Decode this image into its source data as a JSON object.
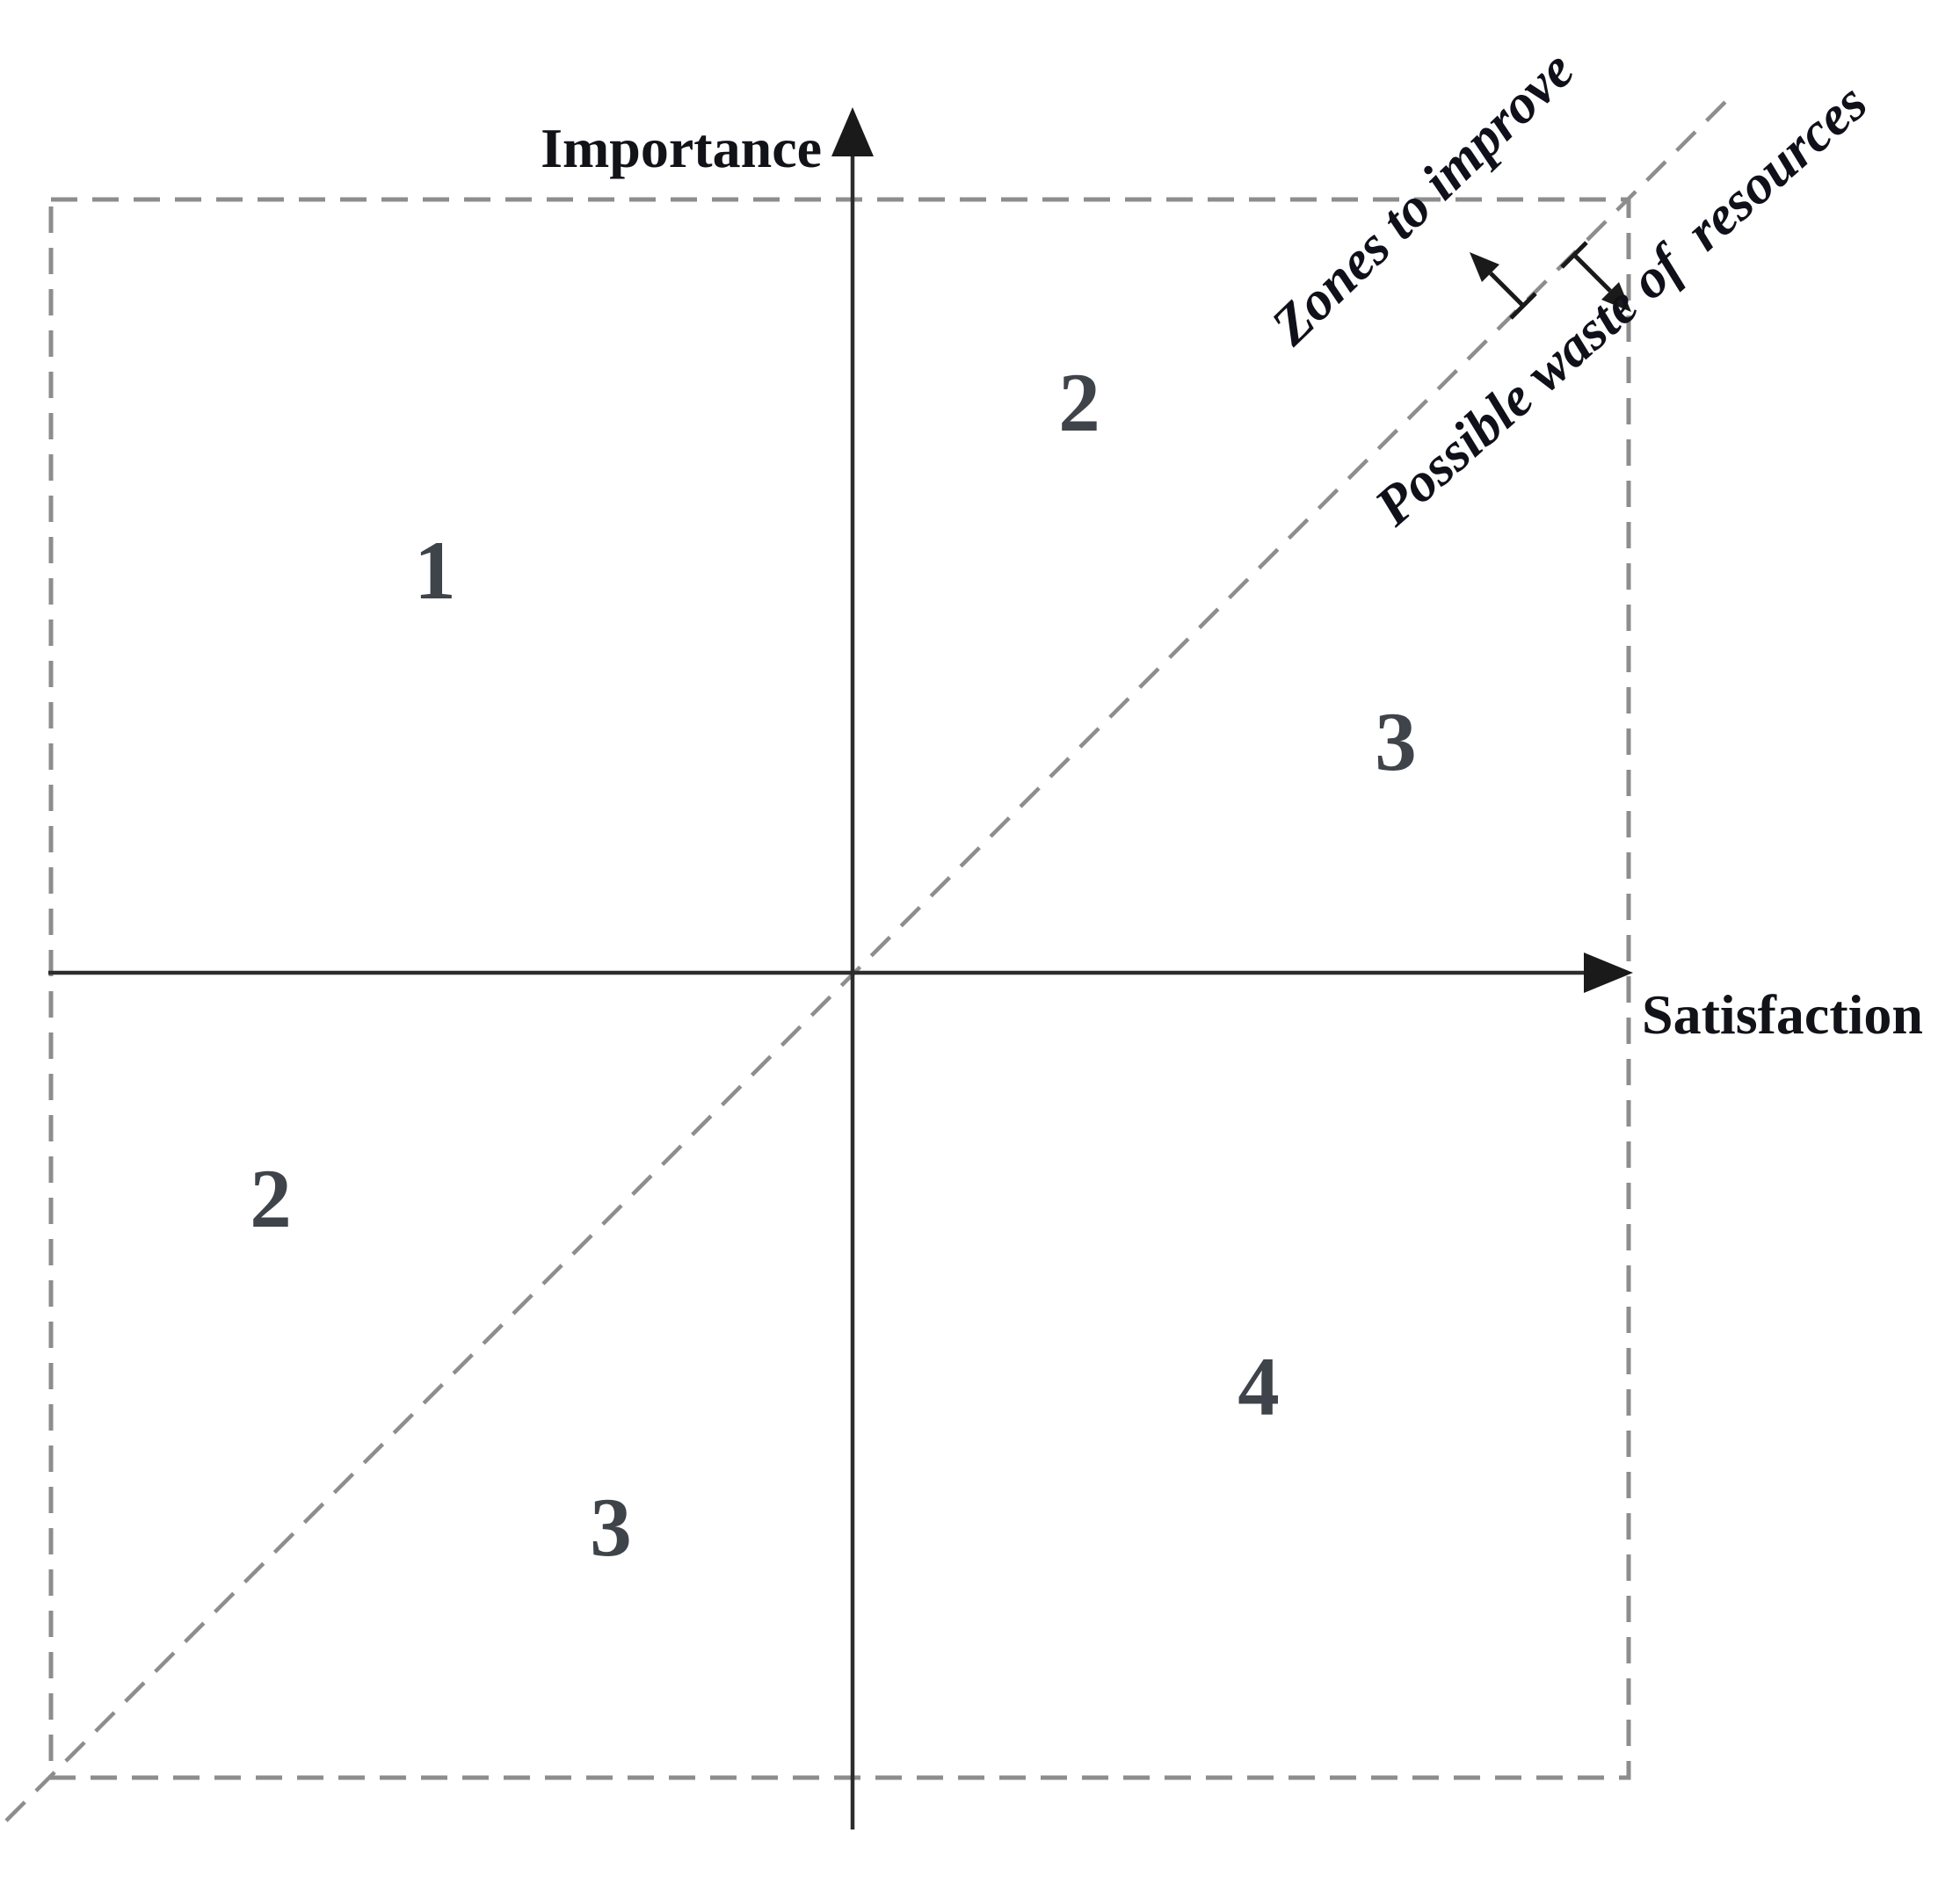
{
  "figure": {
    "title_hint": "Importance-Satisfaction quadrant diagram",
    "y_axis_label": "Importance",
    "x_axis_label": "Satisfaction",
    "diagonal_upper_label": "Zones to improve",
    "diagonal_lower_label": "Possible waste of  resources",
    "zones": {
      "upper_left": "1",
      "upper_right_above_diagonal": "2",
      "upper_right_below_diagonal": "3",
      "lower_left_above_diagonal": "2",
      "lower_left_below_diagonal": "3",
      "lower_right": "4"
    },
    "colors": {
      "axis": "#2d2d2d",
      "dashed_line": "#8d8d8d",
      "zone_number": "#3f434a",
      "label_text": "#10101a",
      "annotation_arrow": "#1a1a1a",
      "background": "#ffffff"
    }
  }
}
